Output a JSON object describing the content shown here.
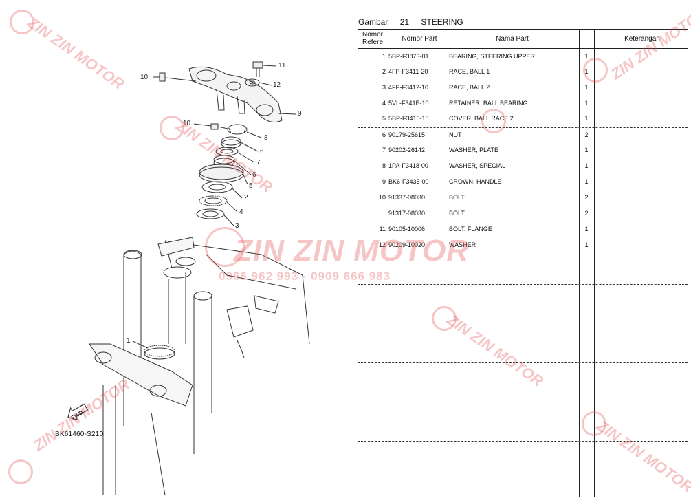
{
  "diagram": {
    "callouts": [
      "10",
      "11",
      "12",
      "9",
      "10",
      "8",
      "6",
      "7",
      "6",
      "5",
      "2",
      "4",
      "3",
      "1"
    ],
    "fwd_label": "FWD",
    "code": "BK61460-S210"
  },
  "catalog": {
    "gambar_label": "Gambar",
    "figure_number": "21",
    "figure_title": "STEERING",
    "headers": {
      "ref": "Nomor Refere",
      "part": "Nomor Part",
      "name": "Nama Part",
      "qty": "",
      "notes": "Keterangan"
    },
    "rows": [
      {
        "ref": "1",
        "part": "5BP-F3873-01",
        "name": "BEARING, STEERING UPPER",
        "qty": "1"
      },
      {
        "ref": "2",
        "part": "4FP-F3411-20",
        "name": "RACE, BALL 1",
        "qty": "1"
      },
      {
        "ref": "3",
        "part": "4FP-F3412-10",
        "name": "RACE, BALL 2",
        "qty": "1"
      },
      {
        "ref": "4",
        "part": "5VL-F341E-10",
        "name": "RETAINER, BALL BEARING",
        "qty": "1"
      },
      {
        "ref": "5",
        "part": "5BP-F3416-10",
        "name": "COVER, BALL RACE 2",
        "qty": "1"
      },
      {
        "ref": "6",
        "part": "90179-25615",
        "name": "NUT",
        "qty": "2"
      },
      {
        "ref": "7",
        "part": "90202-26142",
        "name": "WASHER, PLATE",
        "qty": "1"
      },
      {
        "ref": "8",
        "part": "1PA-F3418-00",
        "name": "WASHER, SPECIAL",
        "qty": "1"
      },
      {
        "ref": "9",
        "part": "BK6-F3435-00",
        "name": "CROWN, HANDLE",
        "qty": "1"
      },
      {
        "ref": "10",
        "part": "91337-08030",
        "name": "BOLT",
        "qty": "2"
      },
      {
        "ref": "",
        "part": "91317-08030",
        "name": "BOLT",
        "qty": "2"
      },
      {
        "ref": "11",
        "part": "90105-10006",
        "name": "BOLT, FLANGE",
        "qty": "1"
      },
      {
        "ref": "12",
        "part": "90209-10020",
        "name": "WASHER",
        "qty": "1"
      }
    ]
  },
  "watermark": {
    "brand": "ZIN ZIN MOTOR",
    "phone": "0966 962 993 - 0909 666 983"
  }
}
